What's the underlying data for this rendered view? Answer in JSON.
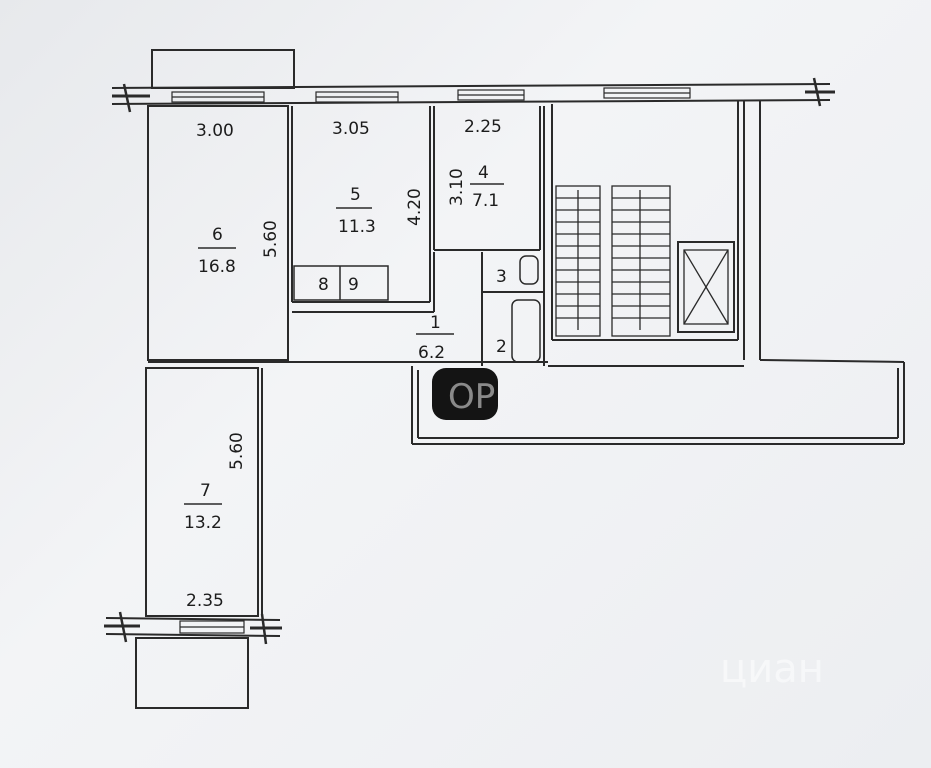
{
  "plan": {
    "dimensions": {
      "room6_width": "3.00",
      "room5_width": "3.05",
      "room4_width": "2.25",
      "room6_length": "5.60",
      "room5_length": "4.20",
      "room4_length": "3.10",
      "room7_length": "5.60",
      "room7_width": "2.35"
    },
    "rooms": [
      {
        "number": "1",
        "area": "6.2"
      },
      {
        "number": "2",
        "area": ""
      },
      {
        "number": "3",
        "area": ""
      },
      {
        "number": "4",
        "area": "7.1"
      },
      {
        "number": "5",
        "area": "11.3"
      },
      {
        "number": "6",
        "area": "16.8"
      },
      {
        "number": "7",
        "area": "13.2"
      },
      {
        "number": "8",
        "area": ""
      },
      {
        "number": "9",
        "area": ""
      }
    ],
    "watermark": {
      "text": "циан",
      "logo": "ОР"
    },
    "colors": {
      "line": "#2a2a2a",
      "paper": "#eceef1"
    }
  }
}
